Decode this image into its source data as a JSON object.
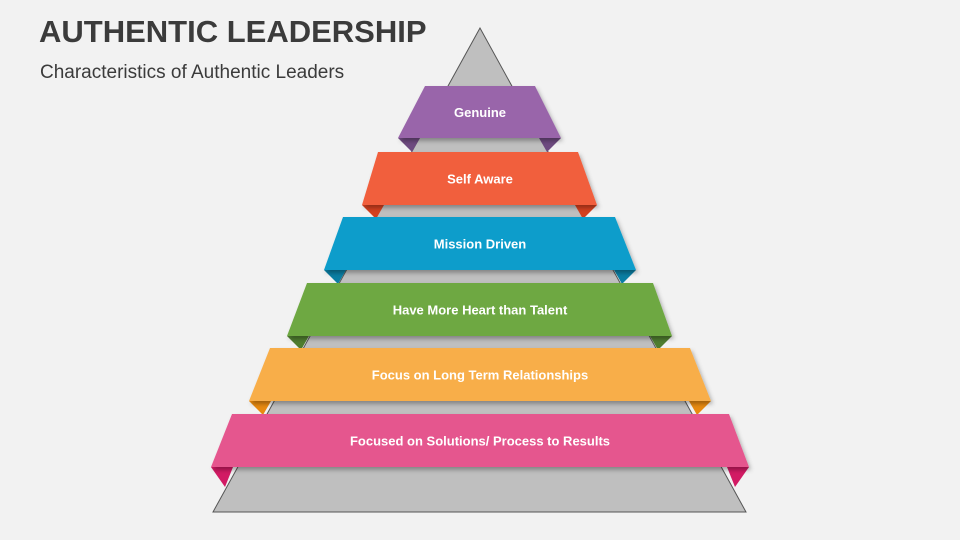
{
  "header": {
    "title": "AUTHENTIC LEADERSHIP",
    "subtitle": "Characteristics of Authentic Leaders"
  },
  "pyramid": {
    "base_color": "#bfbfbf",
    "levels": [
      {
        "label": "Genuine",
        "color": "#9965aa",
        "fold_color": "#6e4a80"
      },
      {
        "label": "Self Aware",
        "color": "#f15f3e",
        "fold_color": "#d3401f"
      },
      {
        "label": "Mission Driven",
        "color": "#0a9dcb",
        "fold_color": "#0a7ea3"
      },
      {
        "label": "Have More Heart than Talent",
        "color": "#6ea842",
        "fold_color": "#4f7d2f"
      },
      {
        "label": "Focus on Long Term Relationships",
        "color": "#f8ae4a",
        "fold_color": "#e88a10"
      },
      {
        "label": "Focused on Solutions/ Process to Results",
        "color": "#e5578e",
        "fold_color": "#d21a64"
      }
    ]
  }
}
